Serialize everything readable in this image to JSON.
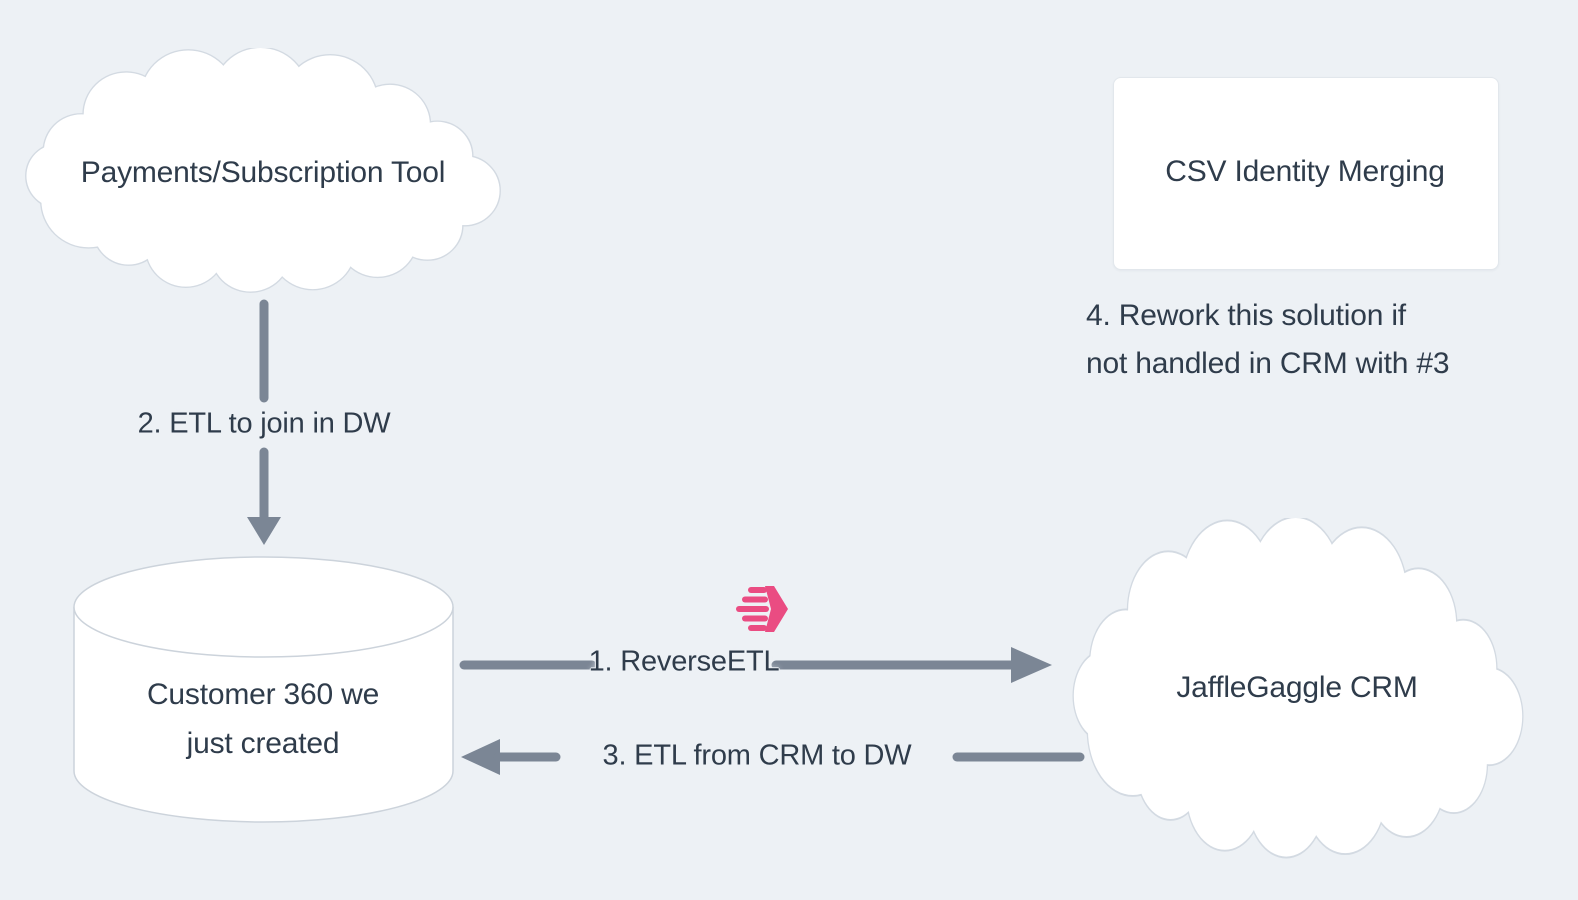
{
  "canvas": {
    "background_color": "#edf1f5",
    "kind": "flow-diagram"
  },
  "palette": {
    "node_fill": "#ffffff",
    "node_border": "#d3dae2",
    "arrow_color": "#7b8695",
    "text_color": "#2f3c4b",
    "hightouch_pink": "#ea4c82"
  },
  "nodes": {
    "payments_tool": {
      "shape": "cloud",
      "label": "Payments/Subscription Tool"
    },
    "csv_identity": {
      "shape": "rectangle",
      "label": "CSV Identity Merging"
    },
    "customer_360": {
      "shape": "database-cylinder",
      "label_line1": "Customer 360 we",
      "label_line2": "just created"
    },
    "jafflegaggle_crm": {
      "shape": "cloud",
      "label": "JaffleGaggle CRM"
    }
  },
  "edges": {
    "step2": {
      "label": "2. ETL to join in DW",
      "direction": "down",
      "from": "payments_tool",
      "to": "customer_360"
    },
    "step1": {
      "label": "1. ReverseETL",
      "direction": "right",
      "from": "customer_360",
      "to": "jafflegaggle_crm",
      "icon": "hightouch-logo-icon"
    },
    "step3": {
      "label": "3. ETL from CRM to DW",
      "direction": "left",
      "from": "jafflegaggle_crm",
      "to": "customer_360"
    }
  },
  "notes": {
    "step4": {
      "line1": "4. Rework this solution if",
      "line2": "not handled in CRM with #3"
    }
  }
}
